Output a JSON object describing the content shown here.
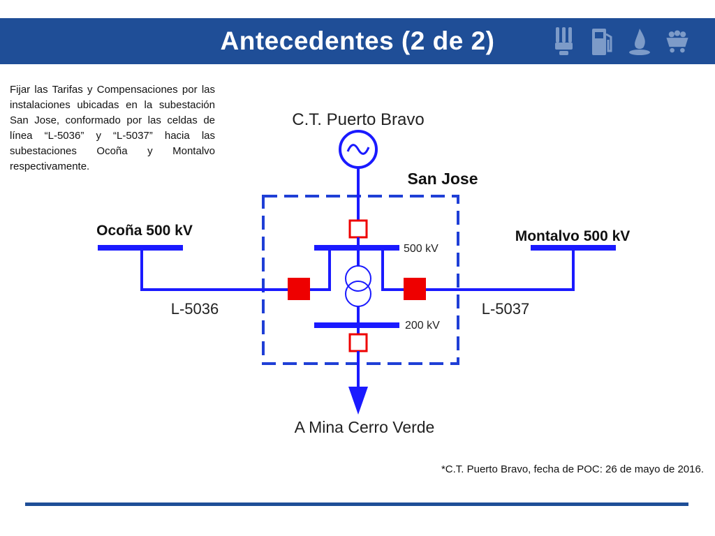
{
  "header": {
    "title": "Antecedentes (2 de 2)",
    "icons": [
      "lightbulb-icon",
      "fuel-pump-icon",
      "gas-flame-icon",
      "mining-cart-icon"
    ]
  },
  "paragraph": "Fijar las Tarifas y Compensaciones por las instalaciones ubicadas en la subestación San Jose, conformado por las celdas de línea “L-5036” y “L-5037” hacia las subestaciones Ocoña y Montalvo respectivamente.",
  "diagram": {
    "plant_label": "C.T. Puerto Bravo",
    "substation_label": "San Jose",
    "left_bus_label": "Ocoña 500 kV",
    "right_bus_label": "Montalvo 500 kV",
    "bus_500_label": "500 kV",
    "bus_200_label": "200 kV",
    "left_line_label": "L-5036",
    "right_line_label": "L-5037",
    "load_label": "A Mina Cerro Verde",
    "colors": {
      "line": "#1a1aff",
      "breaker": "#ee0000",
      "box_border": "#1f3fd6"
    }
  },
  "footnote": "*C.T. Puerto Bravo, fecha de POC: 26 de mayo de 2016."
}
